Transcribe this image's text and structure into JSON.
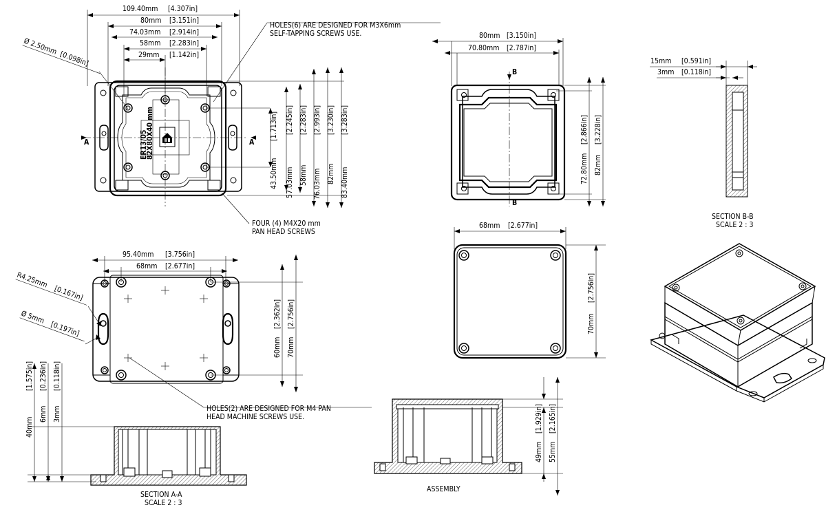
{
  "top_view": {
    "w_overall": "109.40mm",
    "w_overall_in": "[4.307in]",
    "w_body": "80mm",
    "w_body_in": "[3.151in]",
    "w_inner": "74.03mm",
    "w_inner_in": "[2.914in]",
    "w_holes": "58mm",
    "w_holes_in": "[2.283in]",
    "w_center": "29mm",
    "w_center_in": "[1.142in]",
    "hole_dia": "Ø 2.50mm",
    "hole_dia_in": "[0.098in]",
    "h_1": "[1.713in]",
    "h_1_mm": "43.50mm",
    "h_2": "[2.245in]",
    "h_2_mm": "57.03mm",
    "h_3": "[2.283in]",
    "h_3_mm": "58mm",
    "h_4": "[2.993in]",
    "h_4_mm": "76.03mm",
    "h_5": "[3.230in]",
    "h_5_mm": "82mm",
    "h_6": "[3.283in]",
    "h_6_mm": "83.40mm",
    "section_mark": "A",
    "label_code": "ER13/05",
    "label_size": "82X80X40 mm"
  },
  "notes": {
    "screws_top_1": "HOLES(6) ARE DESIGNED FOR M3X6mm",
    "screws_top_2": "SELF-TAPPING SCREWS USE.",
    "pan_1": "FOUR (4) M4X20 mm",
    "pan_2": "PAN HEAD SCREWS",
    "holes2_1": "HOLES(2) ARE DESIGNED FOR M4 PAN",
    "holes2_2": "HEAD MACHINE SCREWS USE."
  },
  "ring_view": {
    "w1": "80mm",
    "w1_in": "[3.150in]",
    "w2": "70.80mm",
    "w2_in": "[2.787in]",
    "h1": "[2.866in]",
    "h1_mm": "72.80mm",
    "h2": "[3.228in]",
    "h2_mm": "82mm",
    "section_mark": "B"
  },
  "section_bb": {
    "d1": "15mm",
    "d1_in": "[0.591in]",
    "d2": "3mm",
    "d2_in": "[0.118in]",
    "title": "SECTION  B-B",
    "scale": "SCALE  2 : 3"
  },
  "base_view": {
    "w1": "95.40mm",
    "w1_in": "[3.756in]",
    "w2": "68mm",
    "w2_in": "[2.677in]",
    "radius": "R4.25mm",
    "radius_in": "[0.167in]",
    "slot_dia": "Ø 5mm",
    "slot_dia_in": "[0.197in]",
    "h1": "[2.362in]",
    "h1_mm": "60mm",
    "h2": "[2.756in]",
    "h2_mm": "70mm"
  },
  "lid_view": {
    "w": "68mm",
    "w_in": "[2.677in]",
    "h": "[2.756in]",
    "h_mm": "70mm"
  },
  "section_aa": {
    "d1": "[1.575in]",
    "d1_mm": "40mm",
    "d2": "[0.236in]",
    "d2_mm": "6mm",
    "d3": "[0.118in]",
    "d3_mm": "3mm",
    "title": "SECTION  A-A",
    "scale": "SCALE  2 : 3"
  },
  "assembly": {
    "d1": "[1.929in]",
    "d1_mm": "49mm",
    "d2": "[2.165in]",
    "d2_mm": "55mm",
    "title": "ASSEMBLY"
  }
}
